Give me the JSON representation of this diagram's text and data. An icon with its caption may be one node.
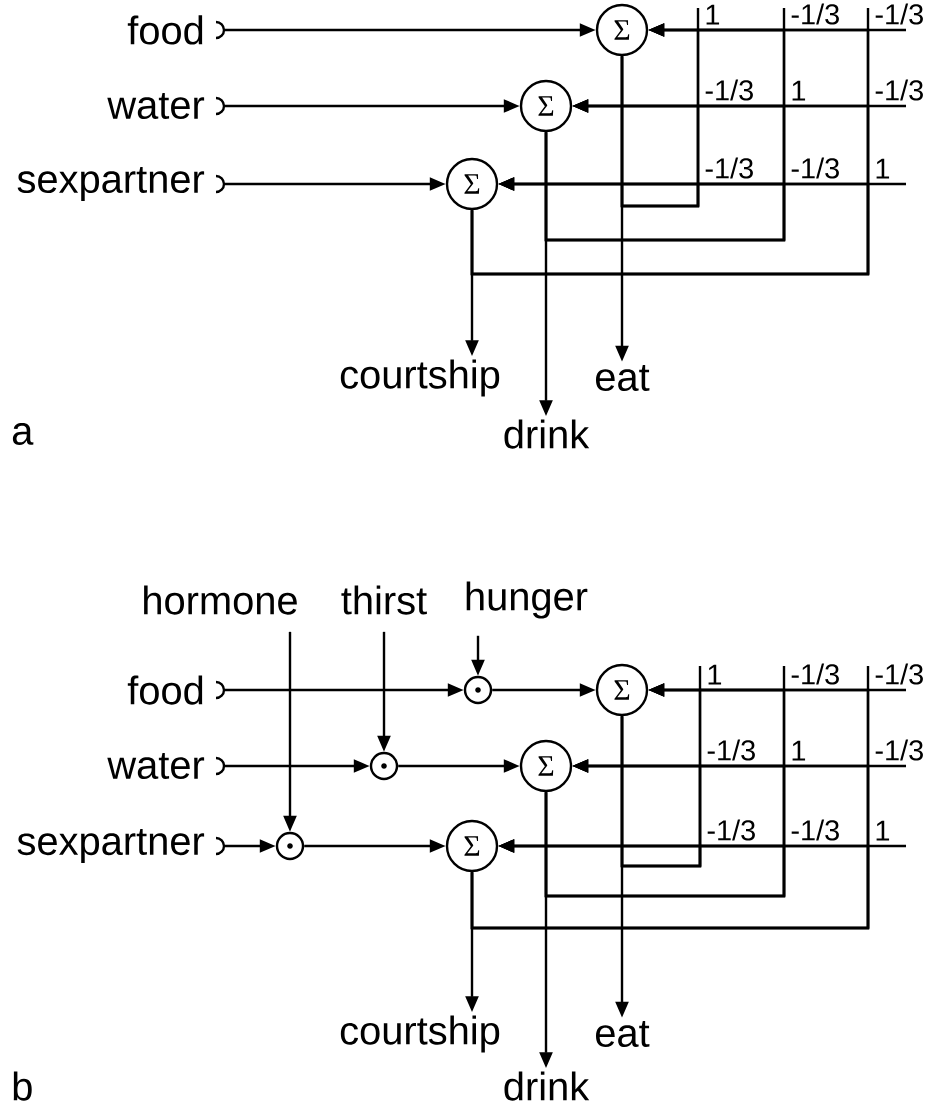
{
  "diagram": {
    "nodes": [
      {
        "text": [
          "food"
        ]
      },
      {
        "text": [
          "water"
        ]
      },
      {
        "text": [
          "sexpartner"
        ]
      },
      {
        "text": [
          "Σ"
        ]
      },
      {
        "text": [
          "Σ"
        ]
      },
      {
        "text": [
          "Σ"
        ]
      },
      {
        "text": [
          "courtship"
        ]
      },
      {
        "text": [
          "drink"
        ]
      },
      {
        "text": [
          "eat"
        ]
      },
      {
        "text": [
          "hormone"
        ]
      },
      {
        "text": [
          "thirst"
        ]
      },
      {
        "text": [
          "hunger"
        ]
      },
      {
        "text": [
          "food"
        ]
      },
      {
        "text": [
          "water"
        ]
      },
      {
        "text": [
          "sexpartner"
        ]
      },
      {
        "text": [],
        "shape": "circle"
      },
      {
        "text": [],
        "shape": "circle"
      },
      {
        "text": [],
        "shape": "circle"
      },
      {
        "text": [
          "Σ"
        ]
      },
      {
        "text": [
          "Σ"
        ]
      },
      {
        "text": [
          "Σ"
        ]
      },
      {
        "text": [
          "courtship"
        ]
      },
      {
        "text": [
          "drink"
        ]
      },
      {
        "text": [
          "eat"
        ]
      }
    ],
    "edges": [
      {
        "from": 0,
        "to": 3,
        "arrow": "to"
      },
      {
        "from": 1,
        "to": 4,
        "arrow": "to"
      },
      {
        "from": 2,
        "to": 5,
        "arrow": "to"
      },
      {
        "from": 3,
        "to": 8,
        "arrow": "to"
      },
      {
        "from": 4,
        "to": 7,
        "arrow": "to"
      },
      {
        "from": 5,
        "to": 6,
        "arrow": "to"
      },
      {
        "from": 3,
        "to": 3,
        "arrow": "to",
        "label": "1"
      },
      {
        "from": 3,
        "to": 4,
        "arrow": "to",
        "label": "-1/3"
      },
      {
        "from": 3,
        "to": 5,
        "arrow": "to",
        "label": "-1/3"
      },
      {
        "from": 4,
        "to": 3,
        "arrow": "to",
        "label": "-1/3"
      },
      {
        "from": 4,
        "to": 4,
        "arrow": "to",
        "label": "1"
      },
      {
        "from": 4,
        "to": 5,
        "arrow": "to",
        "label": "-1/3"
      },
      {
        "from": 5,
        "to": 3,
        "arrow": "to",
        "label": "-1/3"
      },
      {
        "from": 5,
        "to": 4,
        "arrow": "to",
        "label": "-1/3"
      },
      {
        "from": 5,
        "to": 5,
        "arrow": "to",
        "label": "1"
      },
      {
        "from": 12,
        "to": 15,
        "arrow": "to"
      },
      {
        "from": 15,
        "to": 18,
        "arrow": "to"
      },
      {
        "from": 13,
        "to": 16,
        "arrow": "to"
      },
      {
        "from": 16,
        "to": 19,
        "arrow": "to"
      },
      {
        "from": 14,
        "to": 17,
        "arrow": "to"
      },
      {
        "from": 17,
        "to": 20,
        "arrow": "to"
      },
      {
        "from": 11,
        "to": 15,
        "arrow": "to"
      },
      {
        "from": 10,
        "to": 16,
        "arrow": "to"
      },
      {
        "from": 9,
        "to": 17,
        "arrow": "to"
      },
      {
        "from": 18,
        "to": 23,
        "arrow": "to"
      },
      {
        "from": 19,
        "to": 22,
        "arrow": "to"
      },
      {
        "from": 20,
        "to": 21,
        "arrow": "to"
      },
      {
        "from": 18,
        "to": 18,
        "arrow": "to",
        "label": "1"
      },
      {
        "from": 18,
        "to": 19,
        "arrow": "to",
        "label": "-1/3"
      },
      {
        "from": 18,
        "to": 20,
        "arrow": "to",
        "label": "-1/3"
      },
      {
        "from": 19,
        "to": 18,
        "arrow": "to",
        "label": "-1/3"
      },
      {
        "from": 19,
        "to": 19,
        "arrow": "to",
        "label": "1"
      },
      {
        "from": 19,
        "to": 20,
        "arrow": "to",
        "label": "-1/3"
      },
      {
        "from": 20,
        "to": 18,
        "arrow": "to",
        "label": "-1/3"
      },
      {
        "from": 20,
        "to": 19,
        "arrow": "to",
        "label": "-1/3"
      },
      {
        "from": 20,
        "to": 20,
        "arrow": "to",
        "label": "1"
      }
    ],
    "labels": [
      "a",
      "b"
    ]
  }
}
